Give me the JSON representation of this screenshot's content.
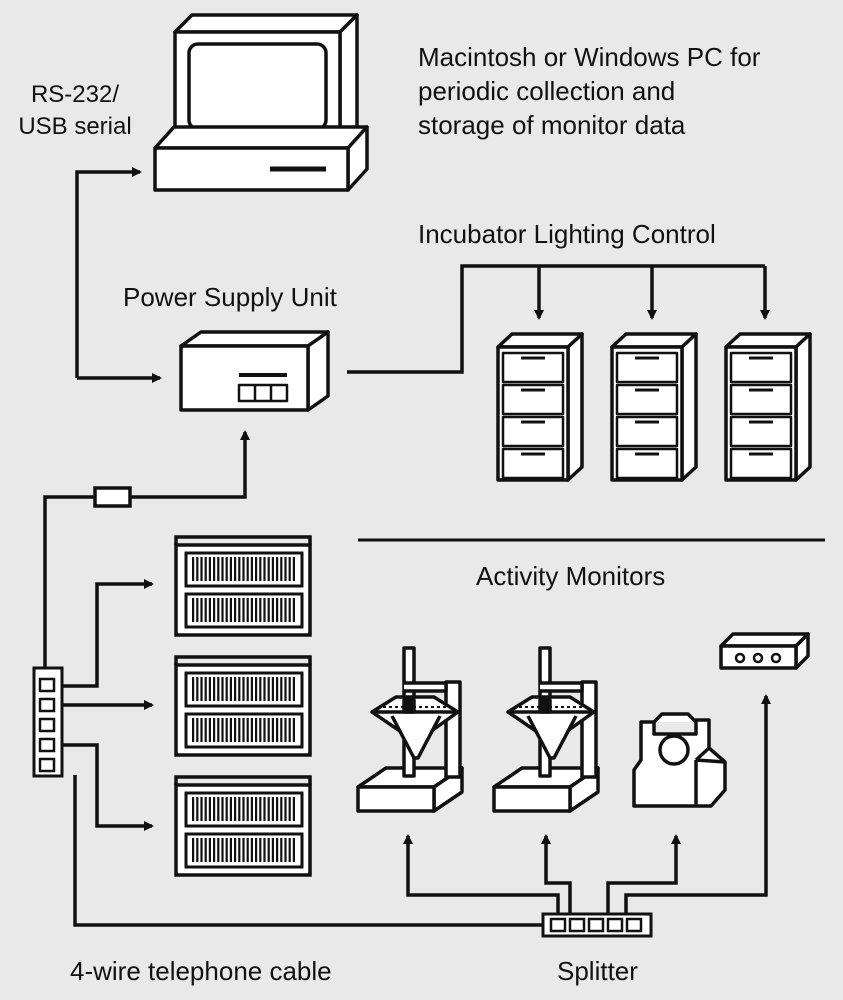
{
  "labels": {
    "serial_link": [
      "RS-232/",
      "USB serial"
    ],
    "pc_description": [
      "Macintosh or Windows PC for",
      "periodic collection and",
      "storage of monitor data"
    ],
    "lighting": "Incubator Lighting Control",
    "power_supply": "Power Supply Unit",
    "activity_monitors": "Activity Monitors",
    "cable": "4-wire telephone cable",
    "splitter": "Splitter"
  },
  "colors": {
    "background": "#e9e9e9",
    "stroke": "#111111",
    "fill": "#ffffff"
  }
}
